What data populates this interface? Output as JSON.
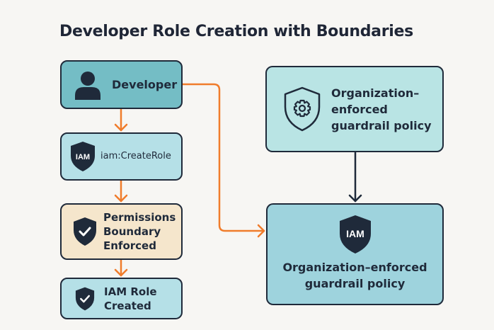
{
  "title": "Developer Role Creation with Boundaries",
  "colors": {
    "background": "#f7f6f3",
    "outline": "#1f2a3a",
    "arrow_orange": "#f07c2b",
    "developer_fill": "#74bdc5",
    "step_fill": "#b5e0e7",
    "boundary_fill": "#f5e6cc",
    "org_policy_fill": "#b9e4e4",
    "guardrail_fill": "#9ed3dd"
  },
  "nodes": {
    "developer": {
      "label": "Developer",
      "icon": "user-icon"
    },
    "create_role": {
      "label": "iam:CreateRole",
      "icon": "iam-shield-icon",
      "icon_text": "IAM"
    },
    "boundary": {
      "line1": "Permissions",
      "line2": "Boundary",
      "line3": "Enforced",
      "icon": "shield-check-icon"
    },
    "role_created": {
      "line1": "IAM Role",
      "line2": "Created",
      "icon": "shield-check-icon"
    },
    "org_policy": {
      "line1": "Organization–",
      "line2": "enforced",
      "line3": "guardrail policy",
      "icon": "shield-gear-icon"
    },
    "guardrail": {
      "line1": "Organization–enforced",
      "line2": "guardrail policy",
      "icon": "iam-shield-icon",
      "icon_text": "IAM"
    }
  },
  "edges": [
    {
      "from": "developer",
      "to": "create_role",
      "color": "orange"
    },
    {
      "from": "create_role",
      "to": "boundary",
      "color": "orange"
    },
    {
      "from": "boundary",
      "to": "role_created",
      "color": "orange"
    },
    {
      "from": "developer",
      "to": "guardrail",
      "color": "orange"
    },
    {
      "from": "org_policy",
      "to": "guardrail",
      "color": "dark"
    }
  ]
}
